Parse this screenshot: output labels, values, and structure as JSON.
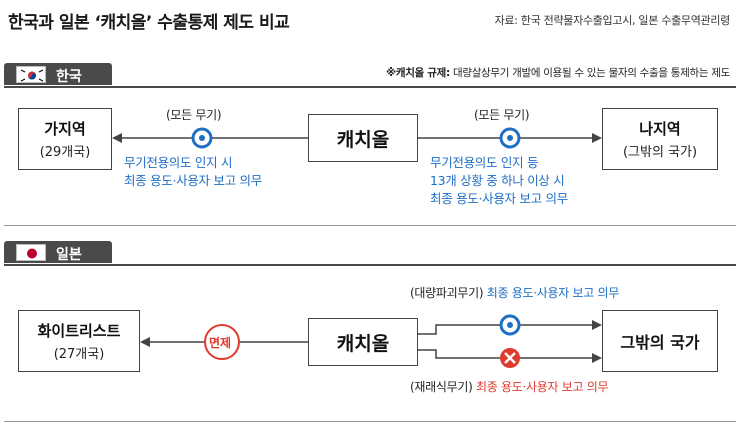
{
  "title": "한국과 일본 ‘캐치올’ 수출통제 제도 비교",
  "source": "자료: 한국 전략물자수출입고시, 일본 수출무역관리령",
  "note": {
    "bold": "※캐치올 규제:",
    "text": " 대량살상무기 개발에 이용될 수 있는 물자의 수출을 통제하는 제도"
  },
  "korea": {
    "tab_label": "한국",
    "left_box": {
      "main": "가지역",
      "sub": "(29개국)"
    },
    "center_box": "캐치올",
    "right_box": {
      "main": "나지역",
      "sub": "(그밖의 국가)"
    },
    "left_weapon_label": "(모든 무기)",
    "right_weapon_label": "(모든 무기)",
    "left_condition": [
      "무기전용의도 인지 시",
      "최종 용도·사용자 보고 의무"
    ],
    "right_condition": [
      "무기전용의도 인지 등",
      "13개 상황 중 하나 이상 시",
      "최종 용도·사용자 보고 의무"
    ]
  },
  "japan": {
    "tab_label": "일본",
    "left_box": {
      "main": "화이트리스트",
      "sub": "(27개국)"
    },
    "center_box": "캐치올",
    "right_box": "그밖의 국가",
    "exempt_label": "면제",
    "top_label": {
      "paren": "(대량파괴무기)",
      "text": " 최종 용도·사용자 보고 의무"
    },
    "bottom_label": {
      "paren": "(재래식무기)",
      "text": " 최종 용도·사용자 보고 의무"
    }
  },
  "colors": {
    "blue": "#1f6fc4",
    "red": "#e03a2f",
    "tab": "#4a4a4a"
  }
}
